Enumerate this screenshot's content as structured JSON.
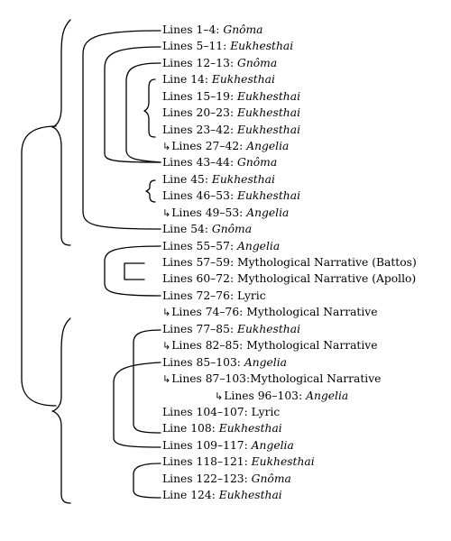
{
  "entries": [
    {
      "arrow": "",
      "label": "Lines 1–4: ",
      "genre": "Gnôma",
      "italic": true
    },
    {
      "arrow": "",
      "label": "Lines 5–11: ",
      "genre": "Eukhesthai",
      "italic": true
    },
    {
      "arrow": "",
      "label": "Lines 12–13: ",
      "genre": "Gnôma",
      "italic": true
    },
    {
      "arrow": "",
      "label": "Line 14: ",
      "genre": "Eukhesthai",
      "italic": true
    },
    {
      "arrow": "",
      "label": "Lines 15–19: ",
      "genre": "Eukhesthai",
      "italic": true
    },
    {
      "arrow": "",
      "label": "Lines 20–23: ",
      "genre": "Eukhesthai",
      "italic": true
    },
    {
      "arrow": "",
      "label": "Lines 23–42: ",
      "genre": "Eukhesthai",
      "italic": true
    },
    {
      "arrow": "↳",
      "label": "Lines 27–42: ",
      "genre": "Angelia",
      "italic": true
    },
    {
      "arrow": "",
      "label": "Lines 43–44: ",
      "genre": "Gnôma",
      "italic": true
    },
    {
      "arrow": "",
      "label": "Line 45: ",
      "genre": "Eukhesthai",
      "italic": true
    },
    {
      "arrow": "",
      "label": "Lines 46–53: ",
      "genre": "Eukhesthai",
      "italic": true
    },
    {
      "arrow": "↳",
      "label": "Lines 49–53: ",
      "genre": "Angelia",
      "italic": true
    },
    {
      "arrow": "",
      "label": "Line 54: ",
      "genre": "Gnôma",
      "italic": true
    },
    {
      "arrow": "",
      "label": "Lines 55–57: ",
      "genre": "Angelia",
      "italic": true
    },
    {
      "arrow": "",
      "label": "Lines 57–59: ",
      "genre": "Mythological Narrative (Battos)",
      "italic": false
    },
    {
      "arrow": "",
      "label": "Lines 60–72: ",
      "genre": "Mythological Narrative (Apollo)",
      "italic": false
    },
    {
      "arrow": "",
      "label": "Lines 72–76: ",
      "genre": "Lyric",
      "italic": false
    },
    {
      "arrow": "↳",
      "label": "Lines 74–76: ",
      "genre": "Mythological Narrative",
      "italic": false
    },
    {
      "arrow": "",
      "label": "Lines 77–85: ",
      "genre": "Eukhesthai",
      "italic": true
    },
    {
      "arrow": "↳",
      "label": "Lines 82–85: ",
      "genre": "Mythological Narrative",
      "italic": false
    },
    {
      "arrow": "",
      "label": "Lines 85–103: ",
      "genre": "Angelia",
      "italic": true
    },
    {
      "arrow": "↳",
      "label": "Lines 87–103:",
      "genre": "Mythological Narrative",
      "italic": false
    },
    {
      "arrow": "↳",
      "label": "Lines 96–103: ",
      "genre": "Angelia",
      "italic": true
    },
    {
      "arrow": "",
      "label": "Lines 104–107: ",
      "genre": "Lyric",
      "italic": false
    },
    {
      "arrow": "",
      "label": "Line 108: ",
      "genre": "Eukhesthai",
      "italic": true
    },
    {
      "arrow": "",
      "label": "Lines 109–117: ",
      "genre": "Angelia",
      "italic": true
    },
    {
      "arrow": "",
      "label": "Lines 118–121: ",
      "genre": "Eukhesthai",
      "italic": true
    },
    {
      "arrow": "",
      "label": "Lines 122–123: ",
      "genre": "Gnôma",
      "italic": true
    },
    {
      "arrow": "",
      "label": "Line 124: ",
      "genre": "Eukhesthai",
      "italic": true
    }
  ]
}
